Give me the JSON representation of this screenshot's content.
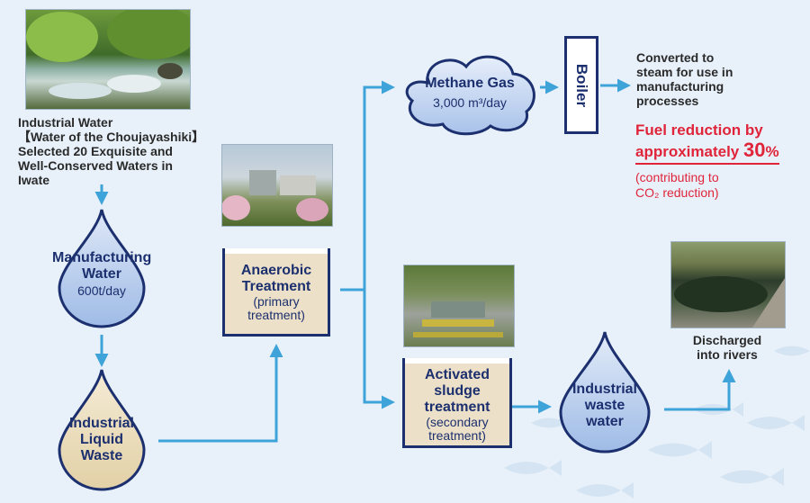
{
  "source": {
    "lines": [
      "Industrial Water",
      "【Water of the Choujayashiki】",
      "Selected 20 Exquisite and",
      "Well-Conserved Waters in",
      "Iwate"
    ]
  },
  "manufacturing": {
    "title_lines": [
      "Manufacturing",
      "Water"
    ],
    "amount": "600t/day"
  },
  "liquid_waste": {
    "lines": [
      "Industrial",
      "Liquid",
      "Waste"
    ]
  },
  "anaerobic": {
    "title_lines": [
      "Anaerobic",
      "Treatment"
    ],
    "sub_lines": [
      "(primary",
      "treatment)"
    ]
  },
  "methane": {
    "title": "Methane Gas",
    "amount": "3,000 m³/day"
  },
  "boiler": {
    "label": "Boiler"
  },
  "steam": {
    "lines": [
      "Converted to",
      "steam for use in",
      "manufacturing",
      "processes"
    ]
  },
  "fuel": {
    "line1": "Fuel reduction by",
    "line2_prefix": "approximately ",
    "line2_value": "30",
    "line2_unit": "%",
    "note_lines": [
      "(contributing to",
      "CO₂ reduction)"
    ]
  },
  "activated": {
    "title_lines": [
      "Activated",
      "sludge",
      "treatment"
    ],
    "sub_lines": [
      "(secondary",
      "treatment)"
    ]
  },
  "wastewater": {
    "lines": [
      "Industrial",
      "waste",
      "water"
    ]
  },
  "discharge": {
    "lines": [
      "Discharged",
      "into rivers"
    ]
  },
  "colors": {
    "navy": "#1c2f6e",
    "arrow": "#3ea3d8",
    "drop_blue": "#b3cbed",
    "drop_tan": "#eadbb7",
    "accent_red": "#e0243a",
    "background": "#e8f1fa"
  }
}
